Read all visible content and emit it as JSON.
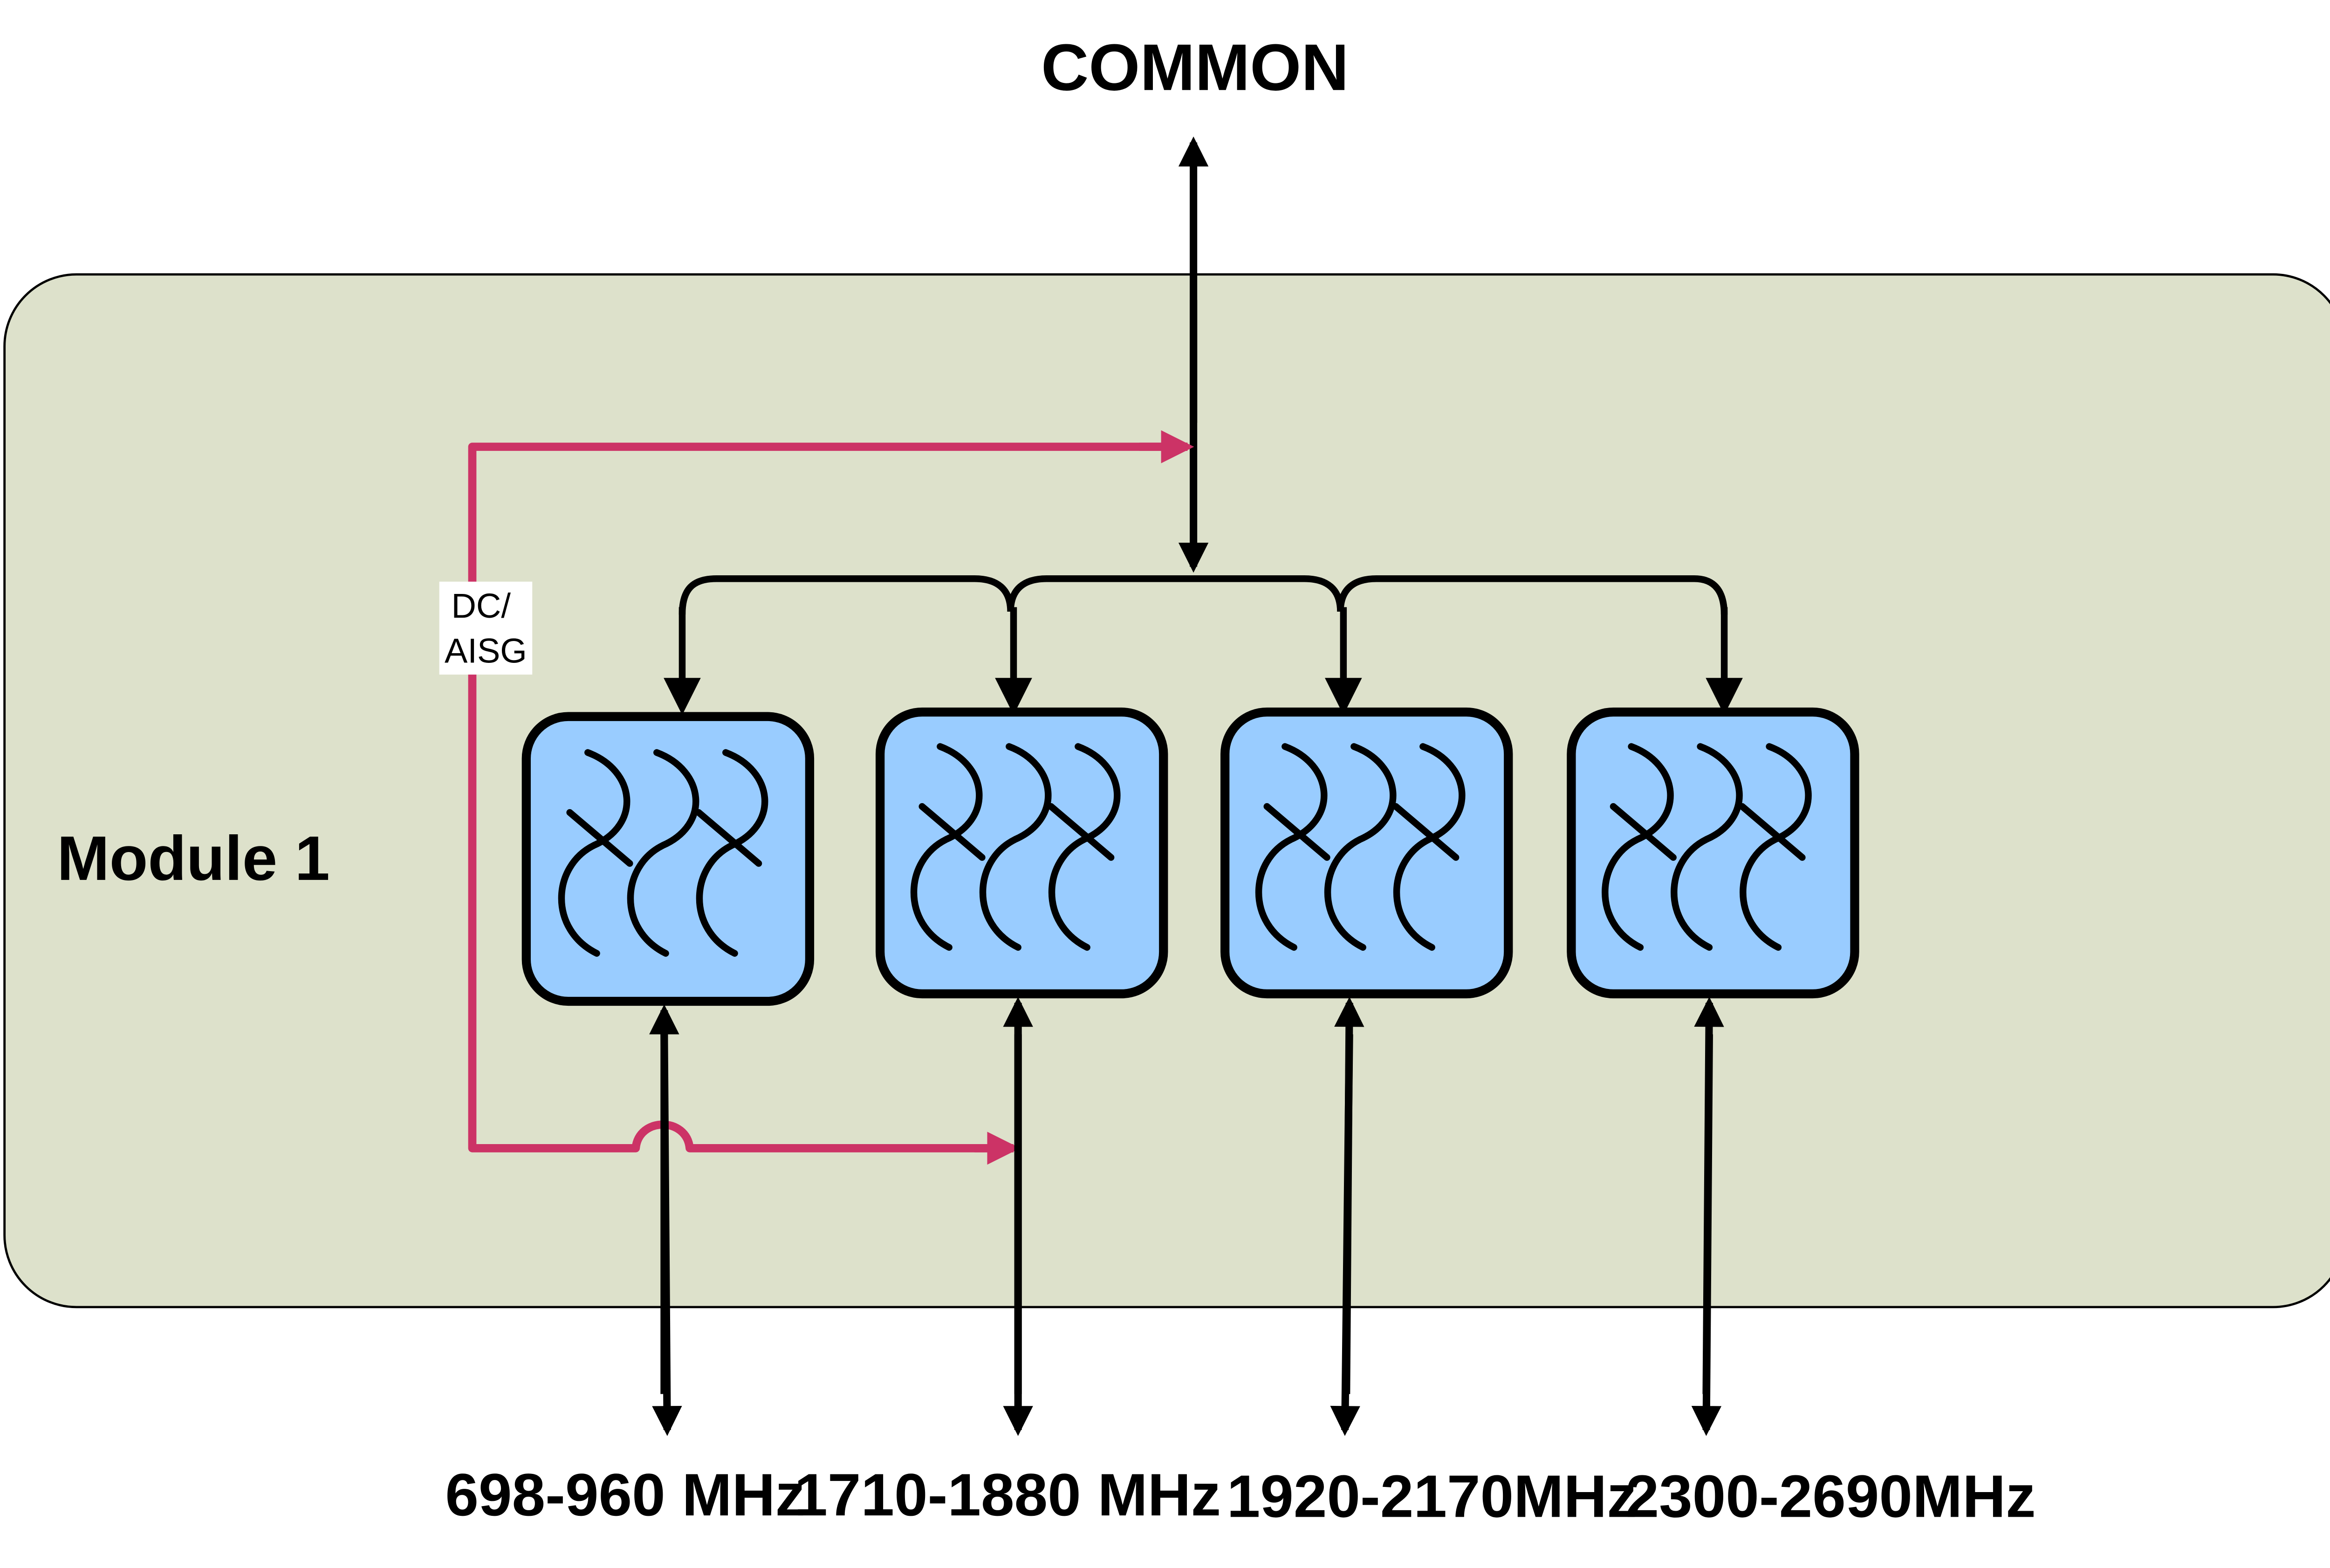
{
  "common_label": "COMMON",
  "module_label": "Module 1",
  "dc_label_lines": [
    "DC/",
    "AISG"
  ],
  "ports": [
    {
      "label": "698-960 MHz"
    },
    {
      "label": "1710-1880 MHz"
    },
    {
      "label": "1920-2170MHz"
    },
    {
      "label": "2300-2690MHz"
    }
  ],
  "colors": {
    "module_fill": "#dde1cb",
    "filter_fill": "#99ccff",
    "signal_line": "#000000",
    "dc_line": "#cc3366"
  },
  "icons": [
    "filter-icon",
    "filter-icon",
    "filter-icon",
    "filter-icon"
  ]
}
